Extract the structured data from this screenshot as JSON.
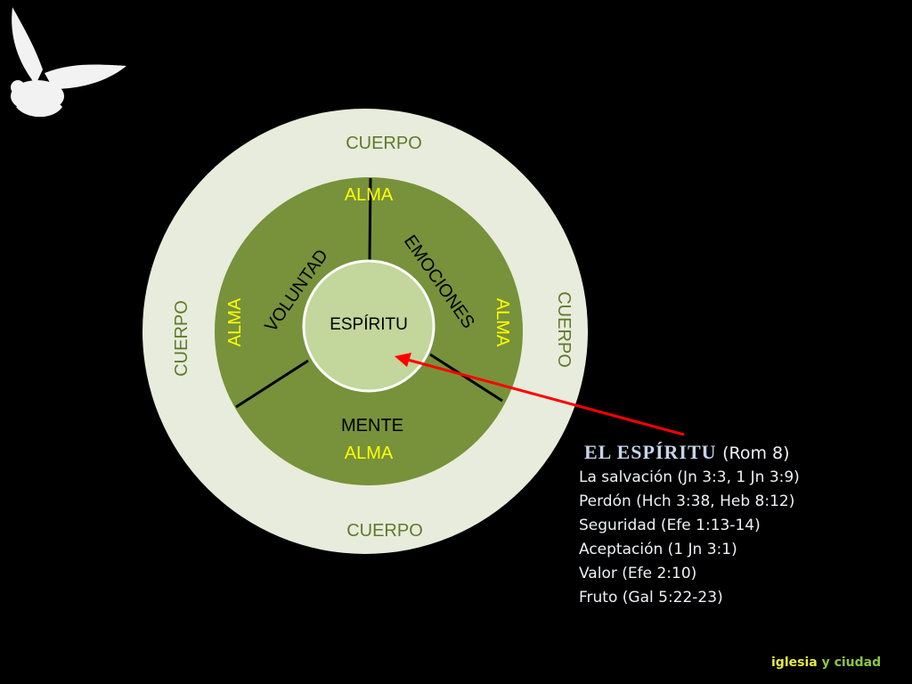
{
  "diagram": {
    "outer_label": "CUERPO",
    "middle_label": "ALMA",
    "center_label": "ESPÍRITU",
    "segments": [
      "VOLUNTAD",
      "EMOCIONES",
      "MENTE"
    ]
  },
  "references": {
    "title": "EL ESPÍRITU",
    "title_ref": "(Rom 8)",
    "items": [
      "La salvación (Jn 3:3, 1 Jn 3:9)",
      "Perdón (Hch 3:38, Heb 8:12)",
      "Seguridad (Efe 1:13-14)",
      "Aceptación (1 Jn 3:1)",
      "Valor (Efe 2:10)",
      "Fruto (Gal 5:22-23)"
    ]
  },
  "brand": {
    "part1": "iglesia",
    "part2": "y ciudad"
  },
  "colors": {
    "outer": "#e8ecdc",
    "middle": "#77923a",
    "inner": "#c3d69b",
    "outer_text": "#5f7a2c",
    "alma_text": "#ffff00",
    "arrow": "#ff0000"
  }
}
